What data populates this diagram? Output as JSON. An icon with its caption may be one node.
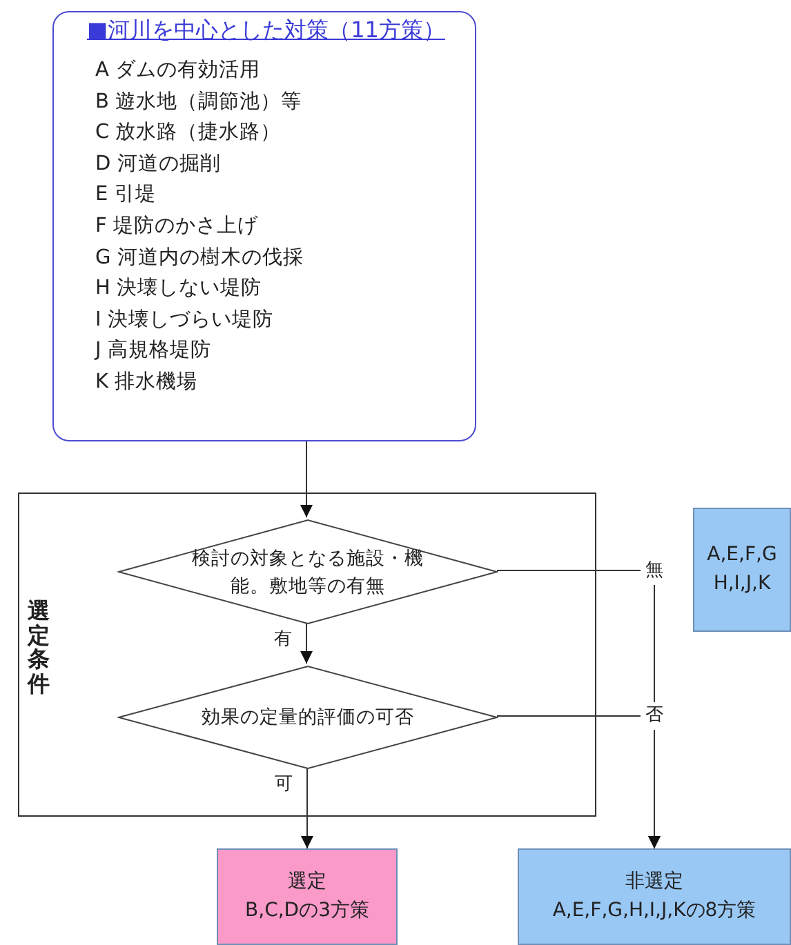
{
  "diagram": {
    "nodes": [
      {
        "text": [
          "■河川を中心とした対策（11方策）",
          "A ダムの有効活用",
          "B 遊水地（調節池）等",
          "C 放水路（捷水路）",
          "D 河道の掘削",
          "E 引堤",
          "F 堤防のかさ上げ",
          "G 河道内の樹木の伐採",
          "H 決壊しない堤防",
          "I 決壊しづらい堤防",
          "J 高規格堤防",
          "K 排水機場"
        ]
      },
      {
        "text": [
          "選定条件"
        ]
      },
      {
        "text": [
          "検討の対象となる施設・機能。敷地等の有無"
        ],
        "in": 1
      },
      {
        "text": [
          "効果の定量的評価の可否"
        ],
        "in": 1
      },
      {
        "text": [
          "選定",
          "B,C,Dの3方策"
        ]
      },
      {
        "text": [
          "A,E,F,G H,I,J,K"
        ]
      },
      {
        "text": [
          "非選定",
          "A,E,F,G,H,I,J,Kの8方策"
        ]
      }
    ],
    "edges": [
      {
        "from": 0,
        "to": 2,
        "arrow": "to"
      },
      {
        "from": 2,
        "to": 3,
        "arrow": "to",
        "label": "有"
      },
      {
        "from": 3,
        "to": 4,
        "arrow": "to",
        "label": "可"
      },
      {
        "from": 2,
        "to": 6,
        "arrow": "to",
        "label": "無"
      },
      {
        "from": 3,
        "to": 6,
        "arrow": "to",
        "label": "否"
      }
    ]
  }
}
